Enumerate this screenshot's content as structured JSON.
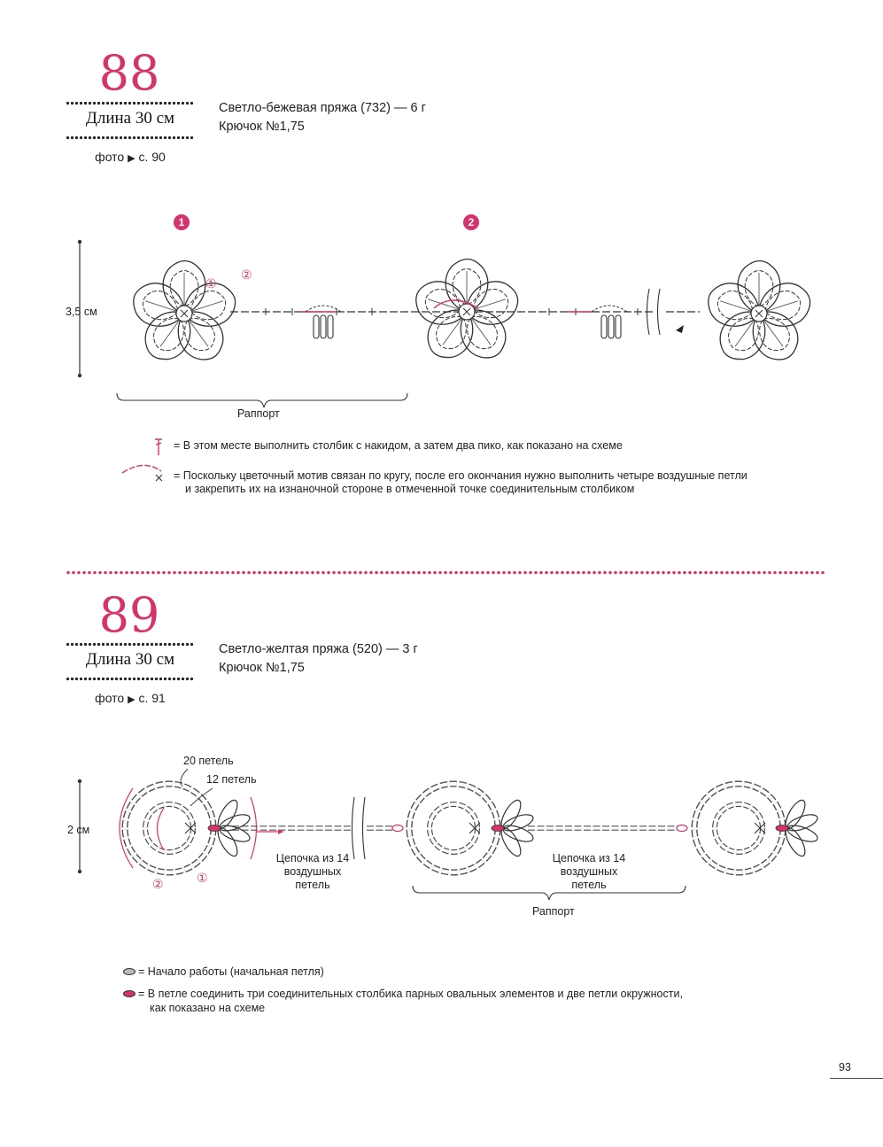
{
  "page_number": "93",
  "patterns": [
    {
      "number": "88",
      "length": "Длина 30 см",
      "photo_ref": "фото",
      "photo_page": "с. 90",
      "yarn": "Светло-бежевая пряжа (732) — 6 г",
      "hook": "Крючок №1,75",
      "height_label": "3,5 см",
      "repeat_label": "Раппорт",
      "motif_badges": [
        "1",
        "2"
      ],
      "round_markers": [
        "①",
        "②"
      ],
      "legend": [
        {
          "icon": "double-crochet-picot-symbol",
          "text": "= В этом месте выполнить столбик с накидом, а затем два пико, как показано на схеме"
        },
        {
          "icon": "chain-arc-symbol",
          "text": "= Поскольку цветочный мотив связан по кругу, после его окончания нужно выполнить четыре воздушные петли",
          "text2": "и закрепить их на изнаночной стороне в отмеченной точке соединительным столбиком"
        }
      ]
    },
    {
      "number": "89",
      "length": "Длина 30 см",
      "photo_ref": "фото",
      "photo_page": "с. 91",
      "yarn": "Светло-желтая пряжа (520) — 3 г",
      "hook": "Крючок №1,75",
      "height_label": "2 см",
      "outer_loops": "20 петель",
      "inner_loops": "12 петель",
      "round_markers": [
        "①",
        "②"
      ],
      "chain_label": [
        "Цепочка из 14",
        "воздушных",
        "петель"
      ],
      "repeat_label": "Раппорт",
      "legend": [
        {
          "icon": "start-loop-symbol",
          "text": "= Начало работы (начальная петля)"
        },
        {
          "icon": "join-loop-symbol",
          "text": "= В петле соединить три соединительных столбика парных овальных элементов и две петли окружности,",
          "text2": "как показано на схеме"
        }
      ]
    }
  ],
  "colors": {
    "accent": "#d6336c",
    "ink": "#222222"
  }
}
